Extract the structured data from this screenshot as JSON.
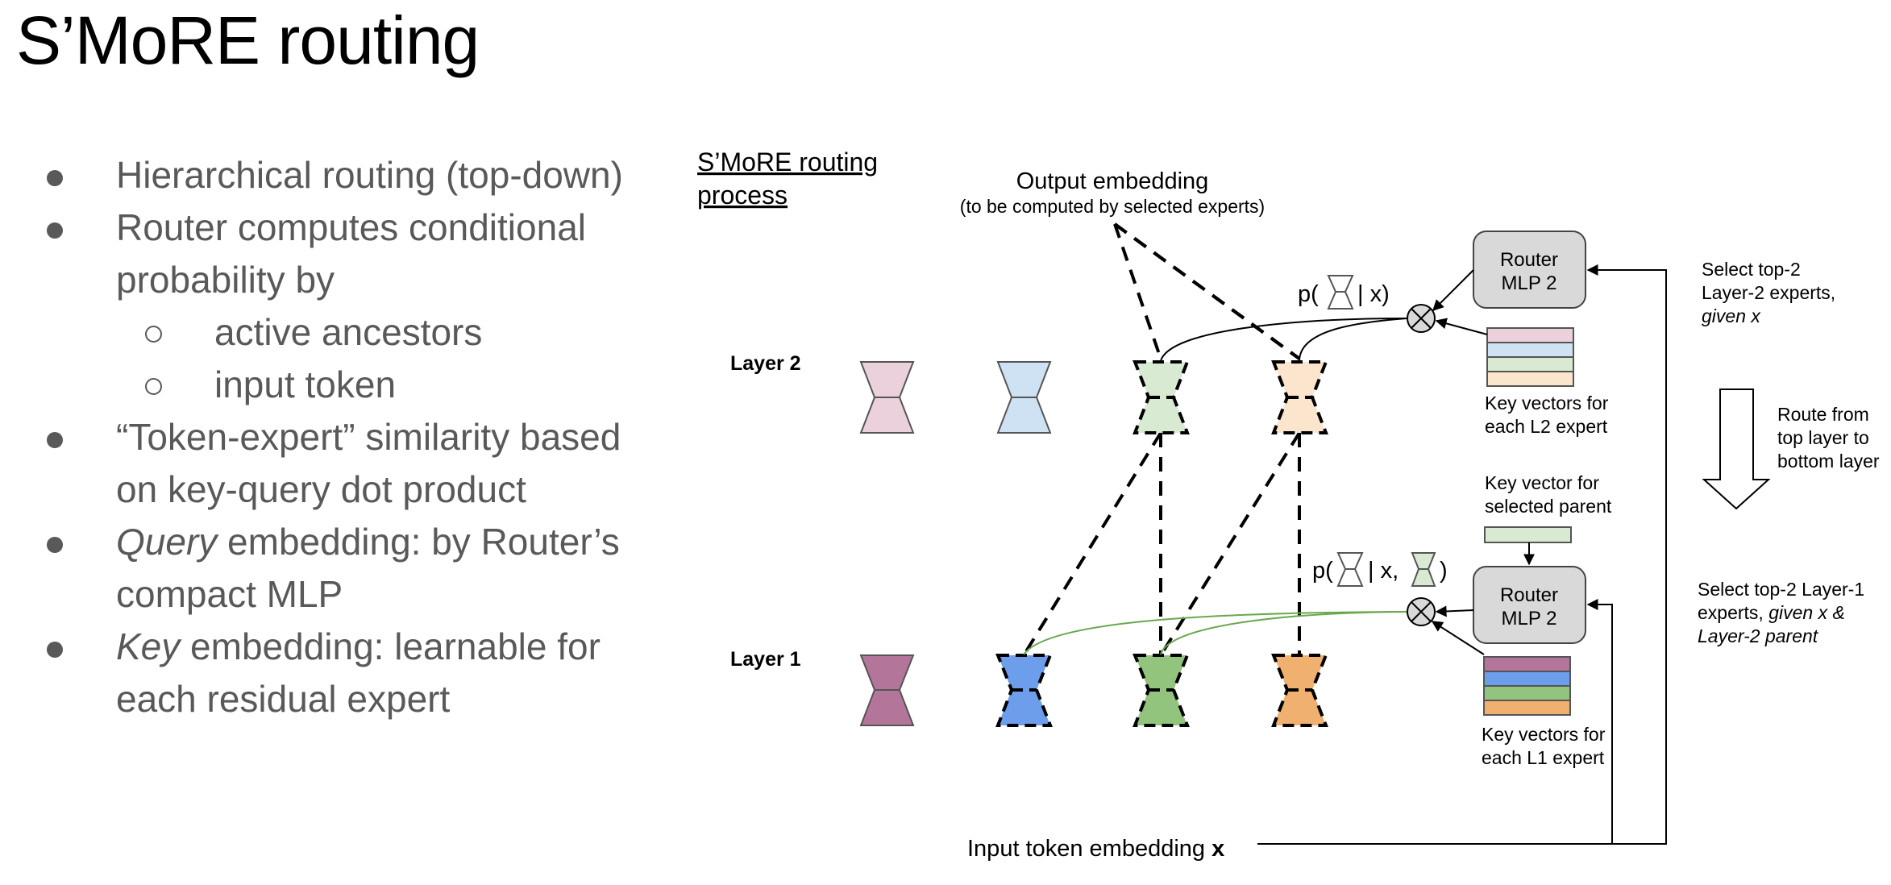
{
  "title": "S’MoRE routing",
  "bullets": [
    {
      "level": 1,
      "text_italic": "",
      "text": "Hierarchical routing (top-down)"
    },
    {
      "level": 1,
      "text_italic": "",
      "text": "Router computes conditional"
    },
    {
      "level": 1,
      "text_italic": "",
      "text": "probability by",
      "continuation": true
    },
    {
      "level": 2,
      "text_italic": "",
      "text": "active ancestors"
    },
    {
      "level": 2,
      "text_italic": "",
      "text": "input token"
    },
    {
      "level": 1,
      "text_italic": "",
      "text": "“Token-expert” similarity based"
    },
    {
      "level": 1,
      "text_italic": "",
      "text": "on key-query dot product",
      "continuation": true
    },
    {
      "level": 1,
      "text_italic": "Query",
      "text": " embedding: by Router’s"
    },
    {
      "level": 1,
      "text_italic": "",
      "text": "compact MLP",
      "continuation": true
    },
    {
      "level": 1,
      "text_italic": "Key",
      "text": " embedding: learnable for"
    },
    {
      "level": 1,
      "text_italic": "",
      "text": "each residual expert",
      "continuation": true
    }
  ],
  "diagram": {
    "heading_line1": "S’MoRE routing",
    "heading_line2": "process",
    "output_label": "Output embedding",
    "output_sublabel": "(to be computed by selected experts)",
    "layer2_label": "Layer 2",
    "layer1_label": "Layer 1",
    "router_top": {
      "line1": "Router",
      "line2": "MLP 2"
    },
    "router_bottom": {
      "line1": "Router",
      "line2": "MLP 2"
    },
    "prob_top": {
      "prefix": "p(",
      "suffix": "| x)"
    },
    "prob_bottom": {
      "prefix": "p(",
      "middle": "| x,",
      "suffix": ")"
    },
    "key_l2_label": {
      "line1": "Key vectors for",
      "line2": "each L2 expert"
    },
    "key_parent_label": {
      "line1": "Key vector for",
      "line2": "selected parent"
    },
    "key_l1_label": {
      "line1": "Key vectors for",
      "line2": "each L1 expert"
    },
    "input_label": "Input token embedding",
    "input_var": "x",
    "note_top": {
      "line1": "Select top-2",
      "line2": "Layer-2 experts,",
      "line3_italic": "given x"
    },
    "route_label": {
      "line1": "Route from",
      "line2": "top layer to",
      "line3": "bottom layer"
    },
    "note_bottom": {
      "line1": "Select top-2 Layer-1",
      "line2_plain": "experts, ",
      "line2_italic": "given x &",
      "line3_italic": "Layer-2 parent"
    }
  },
  "colors": {
    "l2_pink": "#ead1dc",
    "l2_blue": "#cfe2f3",
    "l2_green": "#d9ead3",
    "l2_orange": "#fce5cd",
    "l1_pink": "#b4759a",
    "l1_blue": "#6d9eeb",
    "l1_green": "#93c47d",
    "l1_orange": "#f0b070",
    "router_fill": "#d9d9d9",
    "green_line": "#6aa84f",
    "bullet_text": "#595959"
  }
}
